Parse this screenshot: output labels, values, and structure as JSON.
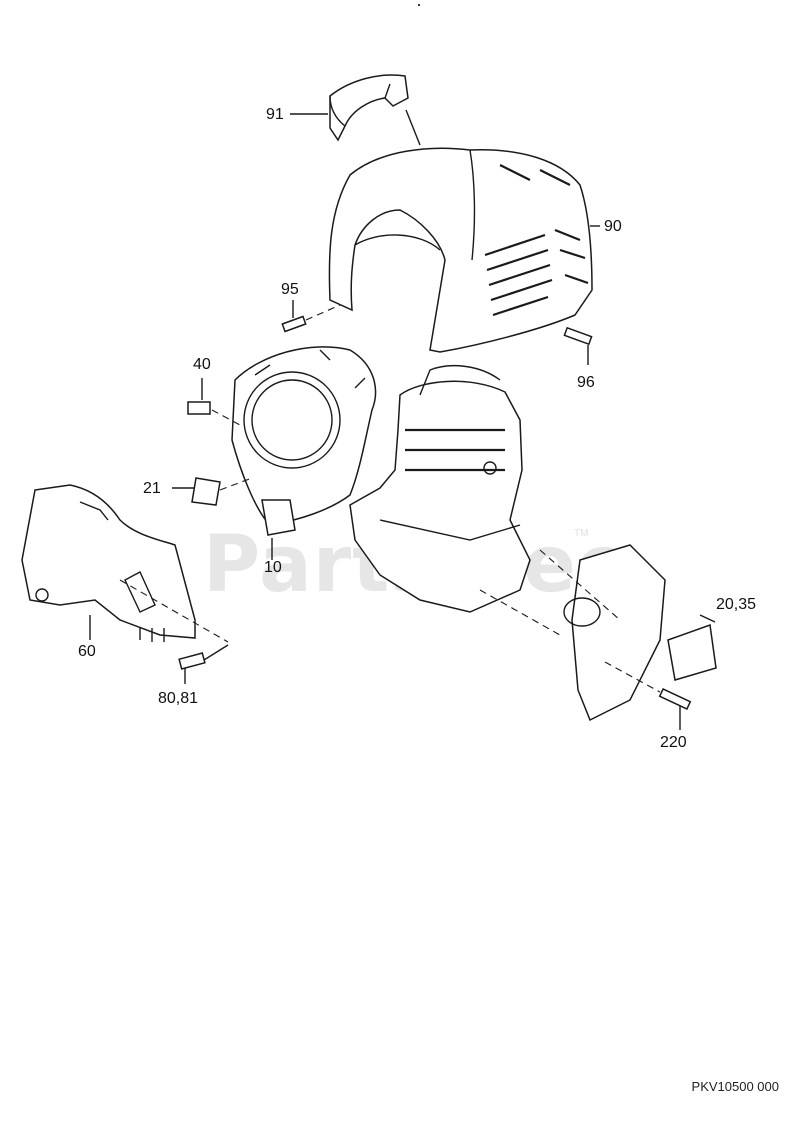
{
  "watermark": {
    "text": "PartsTree",
    "tm": "TM"
  },
  "labels": {
    "p91": "91",
    "p90": "90",
    "p95": "95",
    "p96": "96",
    "p40": "40",
    "p21": "21",
    "p10": "10",
    "p60": "60",
    "p80_81": "80,81",
    "p20_35": "20,35",
    "p220": "220"
  },
  "diagram_code": "PKV10500 000",
  "colors": {
    "line": "#1a1a1a",
    "watermark": "#e6e6e6",
    "background": "#ffffff"
  }
}
